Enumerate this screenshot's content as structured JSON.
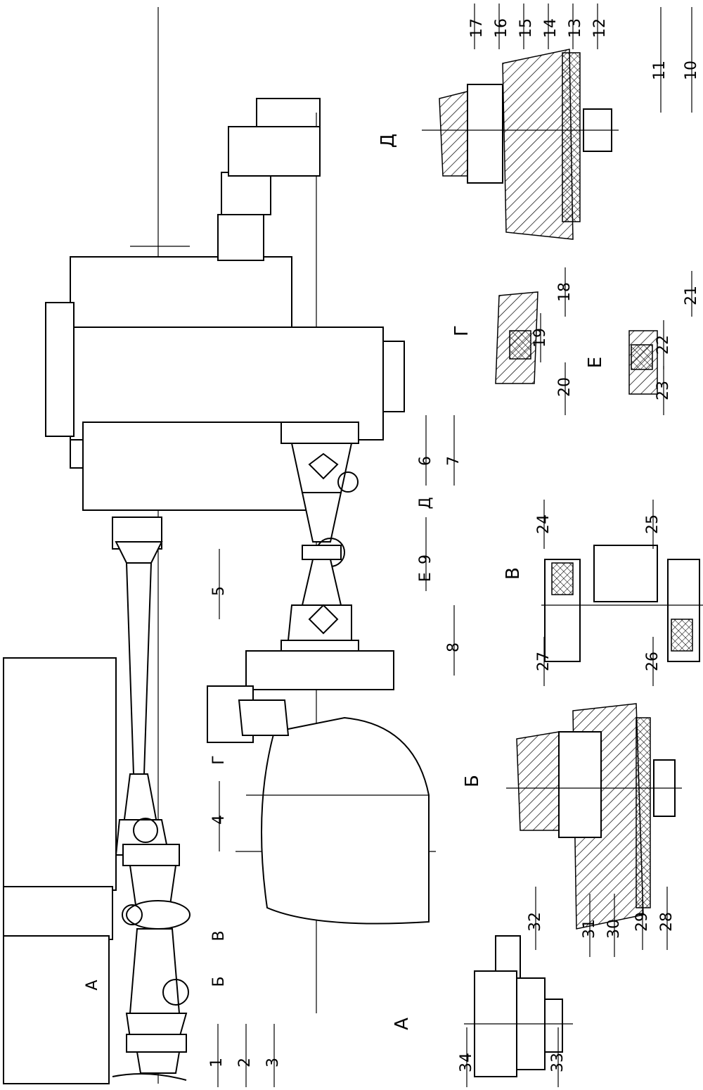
{
  "diagram": {
    "part_numbers": [
      "1",
      "2",
      "3",
      "4",
      "5",
      "6",
      "7",
      "8",
      "9",
      "10",
      "11",
      "12",
      "13",
      "14",
      "15",
      "16",
      "17",
      "18",
      "19",
      "20",
      "21",
      "22",
      "23",
      "24",
      "25",
      "26",
      "27",
      "28",
      "29",
      "30",
      "31",
      "32",
      "33",
      "34"
    ],
    "view_labels": {
      "A": "А",
      "B": "Б",
      "V": "В",
      "G": "Г",
      "D": "Д",
      "E": "Е"
    }
  }
}
